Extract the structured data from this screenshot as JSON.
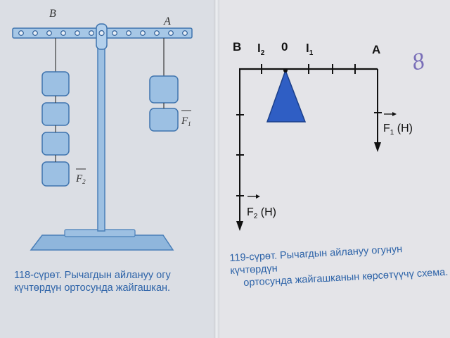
{
  "fig118": {
    "label_b": "B",
    "label_a": "A",
    "force_1": "F",
    "force_1_sub": "1",
    "force_2": "F",
    "force_2_sub": "2",
    "caption_line1": "118-сүрөт. Рычагдын айлануу огу",
    "caption_line2": "күчтөрдүн ортосунда жайгашкан."
  },
  "fig119": {
    "label_b": "B",
    "label_l2": "l",
    "label_l2_sub": "2",
    "label_o": "0",
    "label_l1": "l",
    "label_l1_sub": "1",
    "label_a": "A",
    "force_1": "F",
    "force_1_sub": "1",
    "force_1_unit": " (H)",
    "force_2": "F",
    "force_2_sub": "2",
    "force_2_unit": " (H)",
    "caption_line1": "119-сүрөт. Рычагдын айлануу огунун күчтөрдүн",
    "caption_line2": "ортосунда жайгашканын көрсөтүүчү схема."
  },
  "margin_note": "8"
}
